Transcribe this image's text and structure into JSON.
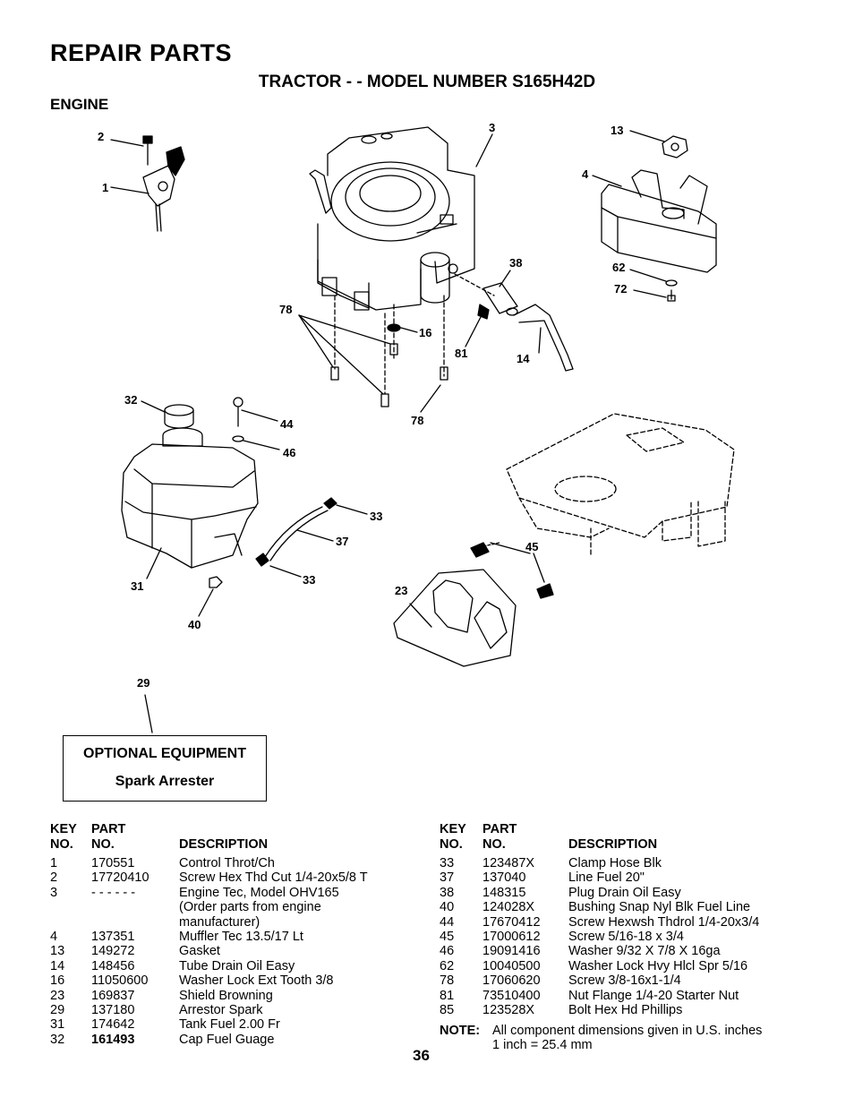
{
  "header": {
    "title": "REPAIR PARTS",
    "subtitle": "TRACTOR - - MODEL NUMBER S165H42D",
    "section": "ENGINE"
  },
  "diagram": {
    "callouts": {
      "c2": "2",
      "c1": "1",
      "c3": "3",
      "c13": "13",
      "c4": "4",
      "c38": "38",
      "c62": "62",
      "c72": "72",
      "c78a": "78",
      "c16": "16",
      "c81": "81",
      "c14": "14",
      "c78b": "78",
      "c32": "32",
      "c44": "44",
      "c46": "46",
      "c33a": "33",
      "c37": "37",
      "c45": "45",
      "c33b": "33",
      "c31": "31",
      "c23": "23",
      "c40": "40",
      "c29": "29"
    }
  },
  "optional_equipment": {
    "title": "OPTIONAL EQUIPMENT",
    "item": "Spark Arrester"
  },
  "table_headers": {
    "key_top": "KEY",
    "part_top": "PART",
    "key_bottom": "NO.",
    "part_bottom": "NO.",
    "description": "DESCRIPTION"
  },
  "parts_left": [
    {
      "key": "1",
      "part": "170551",
      "desc": "Control Throt/Ch"
    },
    {
      "key": "2",
      "part": "17720410",
      "desc": "Screw Hex Thd Cut 1/4-20x5/8 T"
    },
    {
      "key": "3",
      "part": "- - - - - -",
      "desc": "Engine Tec, Model OHV165"
    },
    {
      "key": "",
      "part": "",
      "desc": "(Order parts from engine"
    },
    {
      "key": "",
      "part": "",
      "desc": "manufacturer)"
    },
    {
      "key": "4",
      "part": "137351",
      "desc": "Muffler Tec 13.5/17 Lt"
    },
    {
      "key": "13",
      "part": "149272",
      "desc": "Gasket"
    },
    {
      "key": "14",
      "part": "148456",
      "desc": "Tube Drain Oil Easy"
    },
    {
      "key": "16",
      "part": "11050600",
      "desc": "Washer Lock Ext Tooth 3/8"
    },
    {
      "key": "23",
      "part": "169837",
      "desc": "Shield Browning"
    },
    {
      "key": "29",
      "part": "137180",
      "desc": "Arrestor Spark"
    },
    {
      "key": "31",
      "part": "174642",
      "desc": "Tank Fuel 2.00 Fr"
    },
    {
      "key": "32",
      "part": "161493",
      "desc": "Cap Fuel Guage"
    }
  ],
  "parts_right": [
    {
      "key": "33",
      "part": "123487X",
      "desc": "Clamp Hose Blk"
    },
    {
      "key": "37",
      "part": "137040",
      "desc": "Line Fuel 20\""
    },
    {
      "key": "38",
      "part": "148315",
      "desc": "Plug Drain Oil Easy"
    },
    {
      "key": "40",
      "part": "124028X",
      "desc": "Bushing Snap Nyl Blk Fuel Line"
    },
    {
      "key": "44",
      "part": "17670412",
      "desc": "Screw Hexwsh Thdrol 1/4-20x3/4"
    },
    {
      "key": "45",
      "part": "17000612",
      "desc": "Screw 5/16-18 x 3/4"
    },
    {
      "key": "46",
      "part": "19091416",
      "desc": "Washer 9/32 X 7/8 X 16ga"
    },
    {
      "key": "62",
      "part": "10040500",
      "desc": "Washer Lock Hvy Hlcl Spr 5/16"
    },
    {
      "key": "78",
      "part": "17060620",
      "desc": "Screw 3/8-16x1-1/4"
    },
    {
      "key": "81",
      "part": "73510400",
      "desc": "Nut Flange 1/4-20 Starter Nut"
    },
    {
      "key": "85",
      "part": "123528X",
      "desc": "Bolt Hex Hd Phillips"
    }
  ],
  "note": {
    "label": "NOTE:",
    "line1": "All component dimensions given in U.S. inches",
    "line2": "1 inch = 25.4 mm"
  },
  "page_number": "36"
}
